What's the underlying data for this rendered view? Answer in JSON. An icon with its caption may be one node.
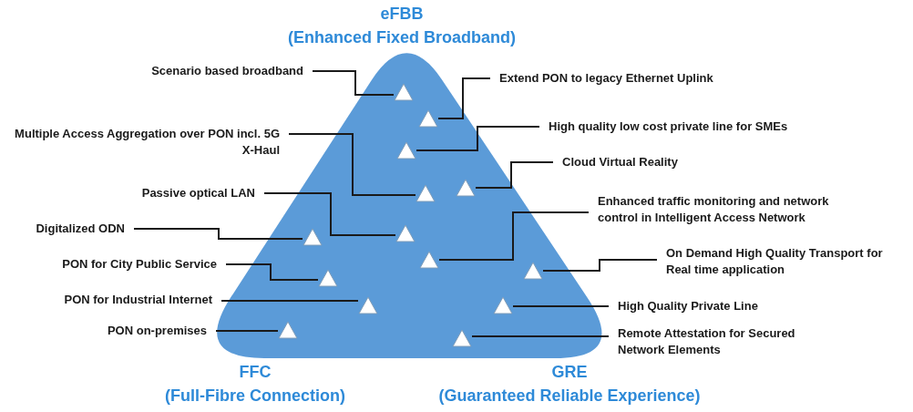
{
  "diagram": {
    "nodes": [
      {
        "text": [
          "Scenario based broadband"
        ]
      },
      {
        "text": [
          "Multiple Access Aggregation over PON incl. 5G X-Haul"
        ]
      },
      {
        "text": [
          "Passive optical LAN"
        ]
      },
      {
        "text": [
          "Digitalized ODN"
        ]
      },
      {
        "text": [
          "PON for City Public Service"
        ]
      },
      {
        "text": [
          "PON for Industrial Internet"
        ]
      },
      {
        "text": [
          "PON on-premises"
        ]
      },
      {
        "text": [
          "Extend PON to legacy Ethernet Uplink"
        ]
      },
      {
        "text": [
          "High quality low cost private line for SMEs"
        ]
      },
      {
        "text": [
          "Cloud Virtual Reality"
        ]
      },
      {
        "text": [
          "Enhanced traffic monitoring and network control in Intelligent Access Network"
        ]
      },
      {
        "text": [
          "On Demand High Quality Transport for Real time application"
        ]
      },
      {
        "text": [
          "High Quality Private Line"
        ]
      },
      {
        "text": [
          "Remote Attestation for Secured Network Elements"
        ]
      },
      {
        "text": [],
        "shape": "triangle"
      },
      {
        "text": [],
        "shape": "triangle",
        "in": 14
      },
      {
        "text": [],
        "shape": "triangle",
        "in": 14
      },
      {
        "text": [],
        "shape": "triangle",
        "in": 14
      },
      {
        "text": [],
        "shape": "triangle",
        "in": 14
      },
      {
        "text": [],
        "shape": "triangle",
        "in": 14
      },
      {
        "text": [],
        "shape": "triangle",
        "in": 14
      },
      {
        "text": [],
        "shape": "triangle",
        "in": 14
      },
      {
        "text": [],
        "shape": "triangle",
        "in": 14
      },
      {
        "text": [],
        "shape": "triangle",
        "in": 14
      },
      {
        "text": [],
        "shape": "triangle",
        "in": 14
      },
      {
        "text": [],
        "shape": "triangle",
        "in": 14
      },
      {
        "text": [],
        "shape": "triangle",
        "in": 14
      },
      {
        "text": [],
        "shape": "triangle",
        "in": 14
      },
      {
        "text": [],
        "shape": "triangle",
        "in": 14
      }
    ],
    "edges": [
      {
        "from": 0,
        "to": 15,
        "arrow": "none"
      },
      {
        "from": 7,
        "to": 16,
        "arrow": "none"
      },
      {
        "from": 8,
        "to": 17,
        "arrow": "none"
      },
      {
        "from": 1,
        "to": 18,
        "arrow": "none"
      },
      {
        "from": 9,
        "to": 19,
        "arrow": "none"
      },
      {
        "from": 2,
        "to": 20,
        "arrow": "none"
      },
      {
        "from": 3,
        "to": 21,
        "arrow": "none"
      },
      {
        "from": 10,
        "to": 22,
        "arrow": "none"
      },
      {
        "from": 11,
        "to": 23,
        "arrow": "none"
      },
      {
        "from": 4,
        "to": 24,
        "arrow": "none"
      },
      {
        "from": 5,
        "to": 25,
        "arrow": "none"
      },
      {
        "from": 12,
        "to": 26,
        "arrow": "none"
      },
      {
        "from": 6,
        "to": 27,
        "arrow": "none"
      },
      {
        "from": 13,
        "to": 28,
        "arrow": "none"
      }
    ],
    "labels": [
      "eFBB",
      "(Enhanced Fixed Broadband)",
      "FFC",
      "(Full-Fibre Connection)",
      "GRE",
      "(Guaranteed Reliable Experience)"
    ]
  }
}
